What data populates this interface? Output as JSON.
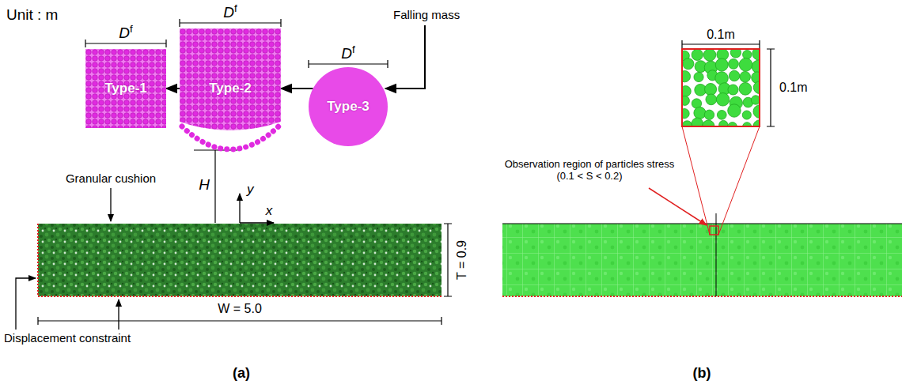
{
  "diagram": {
    "nodes": [
      {
        "text": [
          "Type-1"
        ]
      },
      {
        "text": [
          "Type-2"
        ]
      },
      {
        "text": [
          "Type-3"
        ]
      }
    ],
    "edges": [
      {
        "from": 2,
        "to": 1,
        "arrow": "to"
      },
      {
        "from": 1,
        "to": 0,
        "arrow": "to"
      }
    ],
    "labels": [
      "Unit : m",
      "Df",
      "Df",
      "Df",
      "Falling mass",
      "H",
      "y",
      "x",
      "Granular cushion",
      "T = 0.9",
      "W = 5.0",
      "Displacement constraint",
      "(a)",
      "Observation region of particles stress (0.1 < S < 0.2)",
      "0.1m",
      "0.1m",
      "(b)"
    ]
  }
}
